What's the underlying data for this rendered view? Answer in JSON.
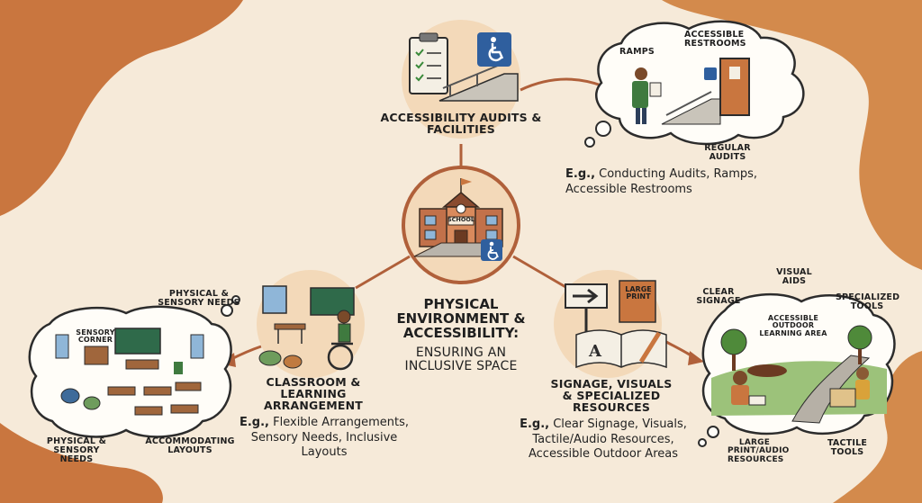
{
  "center": {
    "title": "PHYSICAL ENVIRONMENT & ACCESSIBILITY:",
    "subtitle": "ENSURING AN INCLUSIVE SPACE",
    "school_sign": "SCHOOL"
  },
  "audits": {
    "title": "ACCESSIBILITY AUDITS & FACILITIES",
    "eg_prefix": "E.g.,",
    "eg_text": "Conducting Audits, Ramps, Accessible Restrooms",
    "bubble_labels": [
      "RAMPS",
      "ACCESSIBLE RESTROOMS",
      "REGULAR AUDITS"
    ]
  },
  "classroom": {
    "title": "CLASSROOM & LEARNING ARRANGEMENT",
    "eg_prefix": "E.g.,",
    "eg_text": "Flexible Arrangements, Sensory Needs, Inclusive Layouts",
    "bubble_labels": [
      "PHYSICAL & SENSORY NEEDS",
      "SENSORY CORNER",
      "PHYSICAL & SENSORY NEEDS",
      "ACCOMMODATING LAYOUTS"
    ]
  },
  "signage": {
    "title": "SIGNAGE, VISUALS & SPECIALIZED RESOURCES",
    "eg_prefix": "E.g.,",
    "eg_text": "Clear Signage, Visuals, Tactile/Audio Resources, Accessible Outdoor Areas",
    "book_label": "LARGE PRINT",
    "bubble_labels": [
      "CLEAR SIGNAGE",
      "VISUAL AIDS",
      "SPECIALIZED TOOLS",
      "ACCESSIBLE OUTDOOR LEARNING AREA",
      "LARGE PRINT/AUDIO RESOURCES",
      "TACTILE TOOLS"
    ]
  },
  "colors": {
    "background": "#f6ead9",
    "blob": "#c9763f",
    "arrow": "#b0603a",
    "circle_fill": "#f3d9b9",
    "access_blue": "#2f5f9e"
  }
}
